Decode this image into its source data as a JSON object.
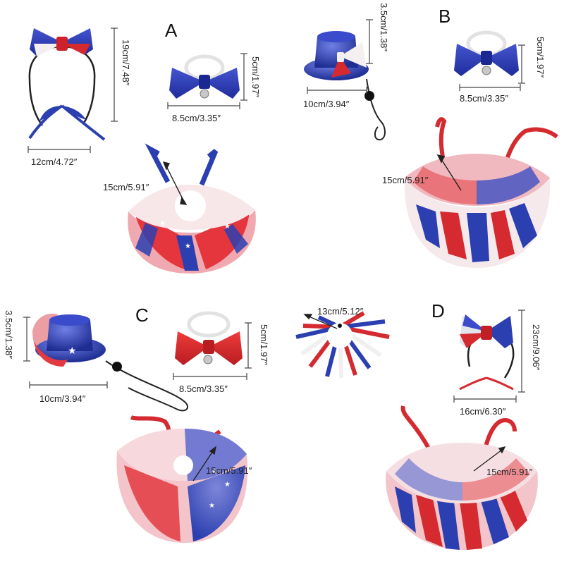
{
  "panels": [
    {
      "letter": "A"
    },
    {
      "letter": "B"
    },
    {
      "letter": "C"
    },
    {
      "letter": "D"
    }
  ],
  "dimensions": {
    "a_headband_height": "19cm/7.48″",
    "a_headband_width": "12cm/4.72″",
    "a_bowtie_height": "5cm/1.97″",
    "a_bowtie_width": "8.5cm/3.35″",
    "a_tutu_length": "15cm/5.91″",
    "b_hat_height": "3.5cm/1.38″",
    "b_hat_width": "10cm/3.94″",
    "b_bowtie_height": "5cm/1.97″",
    "b_bowtie_width": "8.5cm/3.35″",
    "b_tutu_length": "15cm/5.91″",
    "c_hat_height": "3.5cm/1.38″",
    "c_hat_width": "10cm/3.94″",
    "c_bowtie_height": "5cm/1.97″",
    "c_bowtie_width": "8.5cm/3.35″",
    "c_tutu_length": "15cm/5.91″",
    "c_ribbon_collar_width": "13cm/5.12″",
    "d_headband_height": "23cm/9.06″",
    "d_headband_width": "16cm/6.30″",
    "d_tutu_length": "15cm/5.91″"
  },
  "colors": {
    "red": "#d42a30",
    "blue": "#2b3fb0",
    "white": "#f6f3f3",
    "pink": "#f2b7bd",
    "measure": "#333333"
  }
}
